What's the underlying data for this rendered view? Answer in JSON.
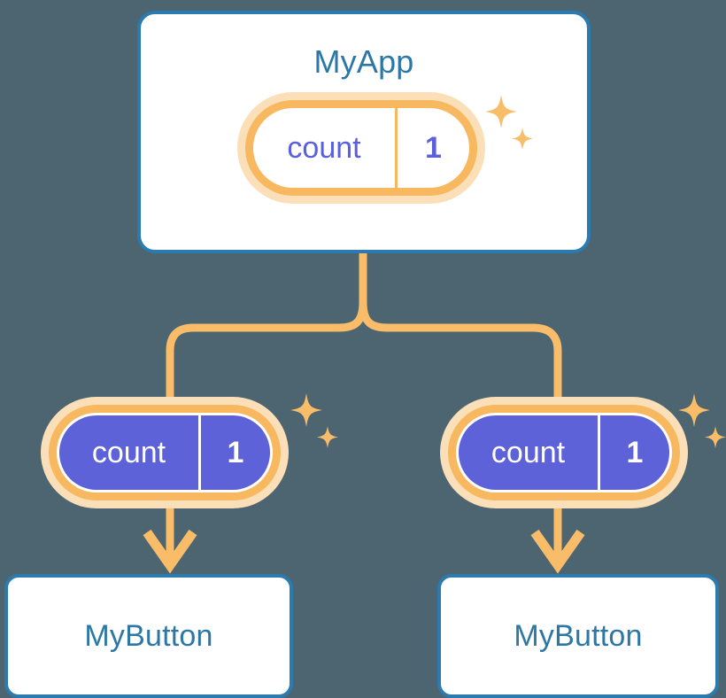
{
  "background_color": "#4c6570",
  "palette": {
    "card_border": "#2b7bb0",
    "card_fill": "#ffffff",
    "title_text": "#2d77a6",
    "pill_ring": "#f7b85f",
    "pill_halo": "#fbdfb8",
    "pill_solid_fill": "#5d62d8",
    "pill_light_text": "#5a5fe0",
    "pill_solid_text": "#ffffff",
    "connector": "#f9bc68",
    "sparkle": "#f9bc68"
  },
  "diagram": {
    "type": "component-state-tree",
    "root": {
      "id": "myapp",
      "title": "MyApp",
      "state": {
        "key": "count",
        "value": "1",
        "style": "light"
      },
      "sparkle": true
    },
    "branches": [
      {
        "id": "branch-left",
        "state": {
          "key": "count",
          "value": "1",
          "style": "solid"
        },
        "sparkle": true,
        "child": {
          "id": "button-left",
          "title": "MyButton"
        }
      },
      {
        "id": "branch-right",
        "state": {
          "key": "count",
          "value": "1",
          "style": "solid"
        },
        "sparkle": true,
        "child": {
          "id": "button-right",
          "title": "MyButton"
        }
      }
    ]
  }
}
